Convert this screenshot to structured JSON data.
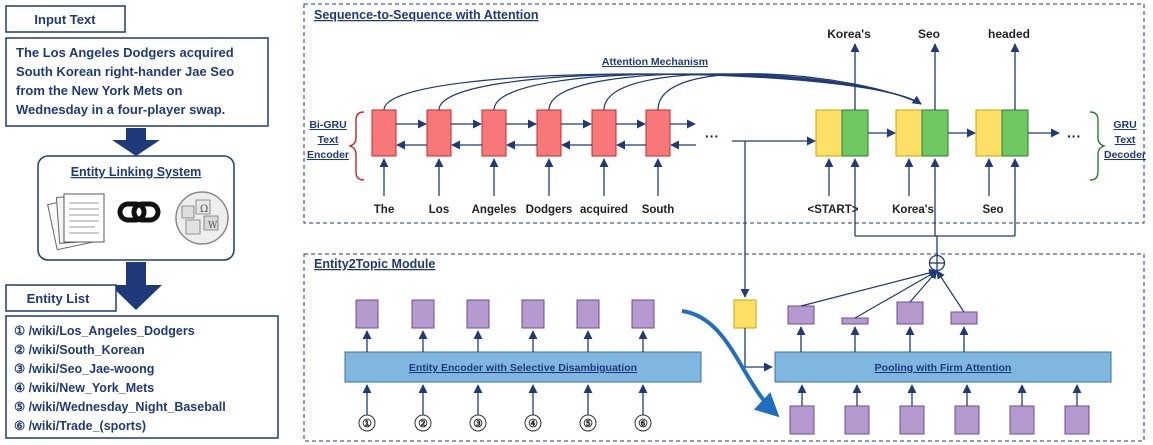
{
  "input_panel": {
    "header": "Input Text",
    "text_lines": [
      "The Los Angeles Dodgers acquired",
      "South Korean right-hander Jae Seo",
      "from the New York Mets on",
      "Wednesday in a four-player swap."
    ]
  },
  "linking": {
    "title": "Entity Linking System",
    "icons": [
      "documents-icon",
      "link-icon",
      "wikipedia-globe-icon"
    ]
  },
  "entity_panel": {
    "header": "Entity List",
    "items": [
      "① /wiki/Los_Angeles_Dodgers",
      "② /wiki/South_Korean",
      "③ /wiki/Seo_Jae-woong",
      "④ /wiki/New_York_Mets",
      "⑤ /wiki/Wednesday_Night_Baseball",
      "⑥ /wiki/Trade_(sports)"
    ]
  },
  "seq2seq": {
    "title": "Sequence-to-Sequence with Attention",
    "attention_label": "Attention Mechanism",
    "encoder_label": [
      "Bi-GRU",
      "Text",
      "Encoder"
    ],
    "decoder_label": [
      "GRU",
      "Text",
      "Decoder"
    ],
    "encoder_inputs": [
      "The",
      "Los",
      "Angeles",
      "Dodgers",
      "acquired",
      "South"
    ],
    "decoder_inputs": [
      "<START>",
      "Korea's",
      "Seo"
    ],
    "decoder_outputs": [
      "Korea's",
      "Seo",
      "headed"
    ],
    "ellipsis": "···"
  },
  "entity2topic": {
    "title": "Entity2Topic Module",
    "encoder_box": "Entity Encoder with Selective Disambiguation",
    "pooling_box": "Pooling with Firm Attention",
    "entity_inputs": [
      "①",
      "②",
      "③",
      "④",
      "⑤",
      "⑥"
    ],
    "sum_symbol": "⊕"
  },
  "colors": {
    "navy": "#1f3a7a",
    "encoder_cell": "#f87779",
    "decoder_yellow": "#ffe066",
    "decoder_green": "#70c860",
    "entity_purple": "#b59ad0",
    "module_blue": "#7fb7e0",
    "curve_blue": "#1f6fc0"
  }
}
